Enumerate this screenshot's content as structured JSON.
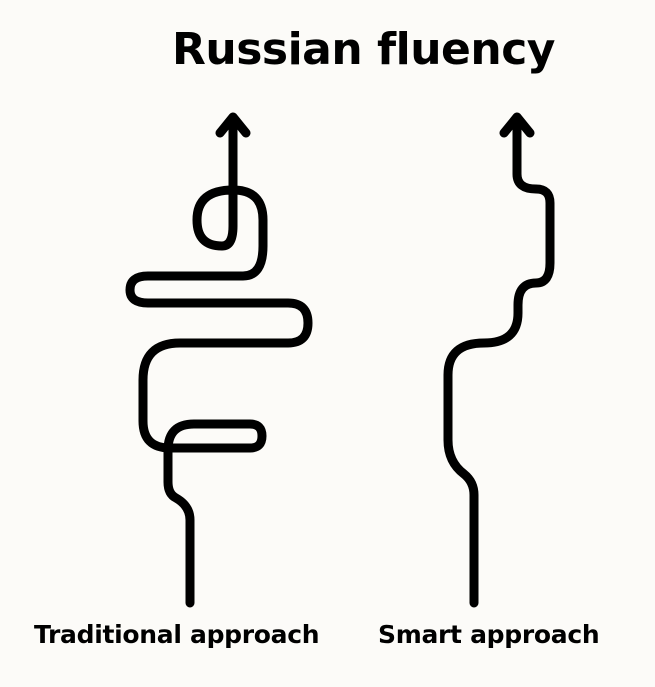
{
  "title": "Russian fluency",
  "labels": {
    "traditional": "Traditional approach",
    "smart": "Smart approach"
  },
  "colors": {
    "background": "#fcfbf8",
    "ink": "#000000"
  }
}
